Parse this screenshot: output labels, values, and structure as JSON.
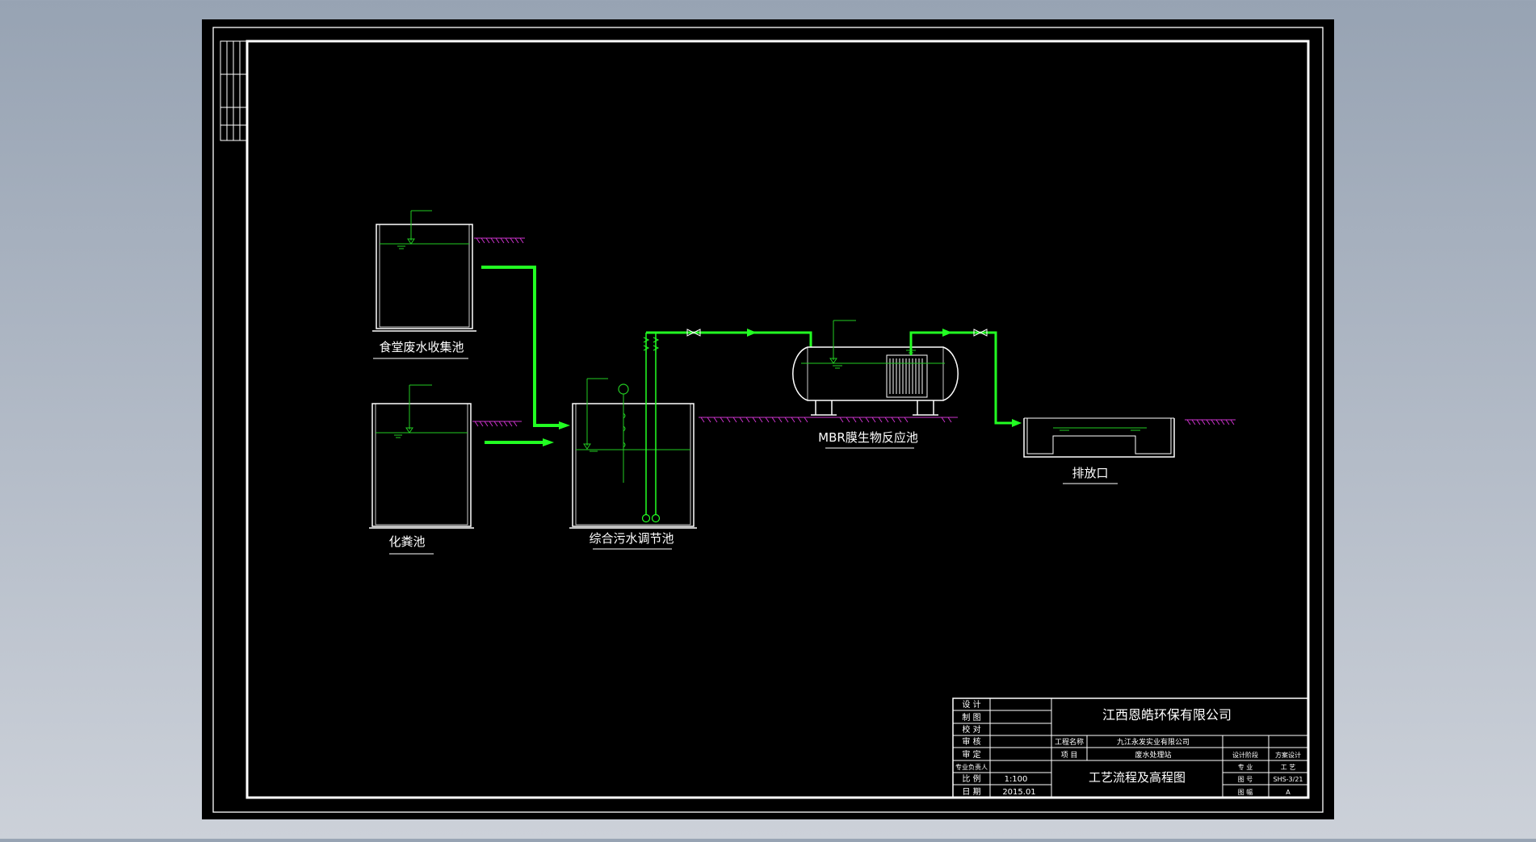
{
  "viewport": {
    "background": "#000000",
    "gradient": [
      "#97a3b3",
      "#ccd1d9"
    ]
  },
  "colors": {
    "frame": "#ffffff",
    "pipe": "#22ff22",
    "ground": "#cc33cc",
    "equipment": "#ffffff",
    "level": "#22cc22"
  },
  "tanks": {
    "canteen": "食堂废水收集池",
    "septic": "化粪池",
    "regulating": "综合污水调节池",
    "mbr": "MBR膜生物反应池",
    "outlet": "排放口"
  },
  "title_block": {
    "company": "江西恩皓环保有限公司",
    "drawing_title": "工艺流程及高程图",
    "role_labels": {
      "design": "设 计",
      "draw": "制 图",
      "check": "校 对",
      "review": "审 核",
      "approve": "审 定",
      "lead": "专业负责人",
      "scale_label": "比 例",
      "date_label": "日 期"
    },
    "scale": "1:100",
    "date": "2015.01",
    "project_name_label": "工程名称",
    "project_name": "九江永发实业有限公司",
    "item_label": "项    目",
    "item": "废水处理站",
    "stage_label": "设计阶段",
    "stage": "方案设计",
    "discipline_label": "专    业",
    "discipline": "工 艺",
    "drawing_no_label": "图    号",
    "drawing_no": "SHS-3/21",
    "sheet_label": "图    幅",
    "sheet": "A"
  }
}
